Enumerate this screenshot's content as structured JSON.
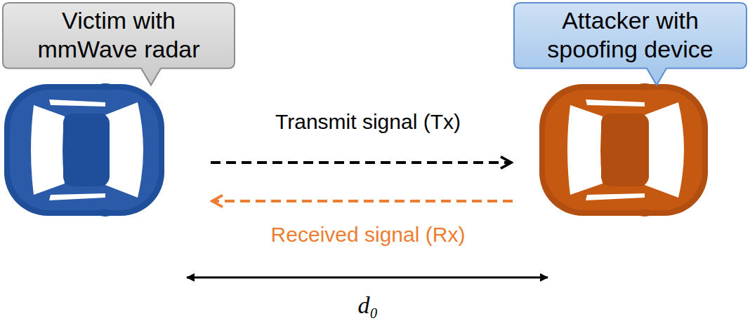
{
  "diagram": {
    "nodes": [
      {
        "text": [
          "Victim with mmWave radar"
        ]
      },
      {
        "text": [
          "Attacker with spoofing device"
        ]
      }
    ],
    "labels": [
      "Transmit signal (Tx)",
      "Received signal (Rx)",
      "d₀"
    ]
  }
}
